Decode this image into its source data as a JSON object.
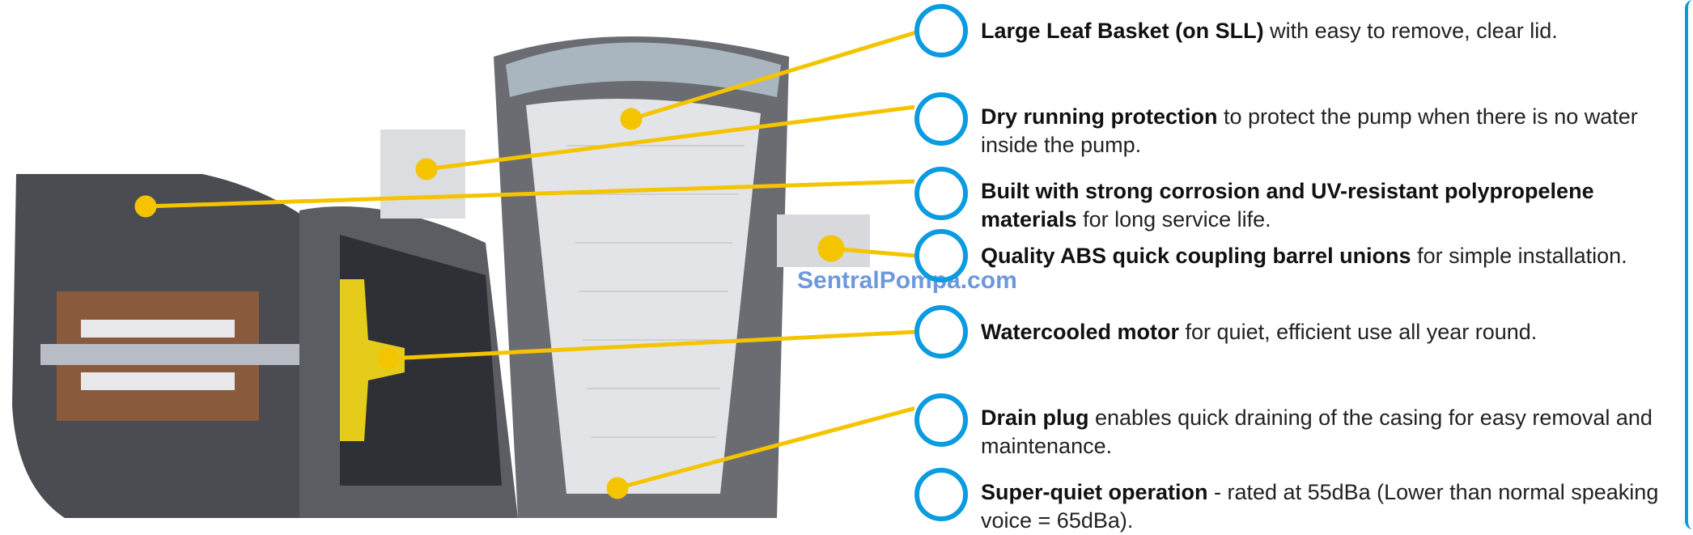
{
  "features": [
    {
      "bold": "Large Leaf Basket (on SLL)",
      "rest": " with easy to remove, clear lid."
    },
    {
      "bold": "Dry running protection",
      "rest": " to protect the pump when there is no water inside the pump."
    },
    {
      "bold": "Built with strong corrosion and UV-resistant polypropelene materials",
      "rest": " for long service life."
    },
    {
      "bold": "Quality ABS quick coupling barrel unions",
      "rest": " for simple installation."
    },
    {
      "bold": "Watercooled motor",
      "rest": " for quiet, efficient use all year round."
    },
    {
      "bold": "Drain plug",
      "rest": " enables quick draining of the casing for easy removal and maintenance."
    },
    {
      "bold": "Super-quiet operation",
      "rest": " - rated at 55dBa (Lower than normal speaking voice = 65dBa)."
    }
  ],
  "watermark": "SentralPompa.com",
  "colors": {
    "accent": "#0a9be0",
    "callout": "#f5c400"
  }
}
